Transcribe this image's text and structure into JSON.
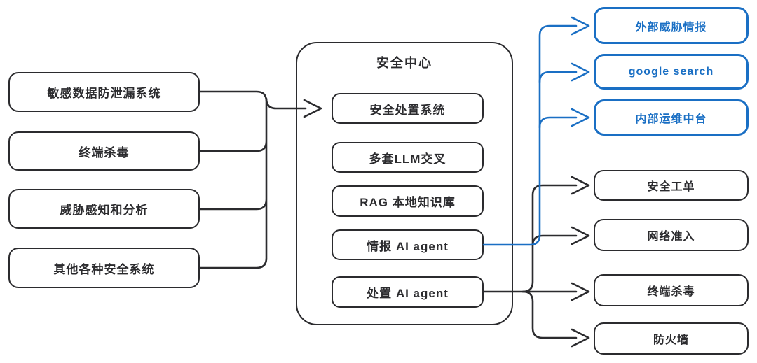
{
  "colors": {
    "line_dark": "#2b2b2e",
    "accent_blue": "#1a6fc4",
    "background": "#ffffff"
  },
  "left_nodes": [
    {
      "label": "敏感数据防泄漏系统"
    },
    {
      "label": "终端杀毒"
    },
    {
      "label": "威胁感知和分析"
    },
    {
      "label": "其他各种安全系统"
    }
  ],
  "center": {
    "title": "安全中心",
    "nodes": [
      {
        "label": "安全处置系统"
      },
      {
        "label": "多套LLM交叉"
      },
      {
        "label": "RAG 本地知识库"
      },
      {
        "label": "情报 AI agent"
      },
      {
        "label": "处置 AI agent"
      }
    ]
  },
  "right_nodes_blue": [
    {
      "label": "外部威胁情报"
    },
    {
      "label": "google search"
    },
    {
      "label": "内部运维中台"
    }
  ],
  "right_nodes_dark": [
    {
      "label": "安全工单"
    },
    {
      "label": "网络准入"
    },
    {
      "label": "终端杀毒"
    },
    {
      "label": "防火墙"
    }
  ]
}
